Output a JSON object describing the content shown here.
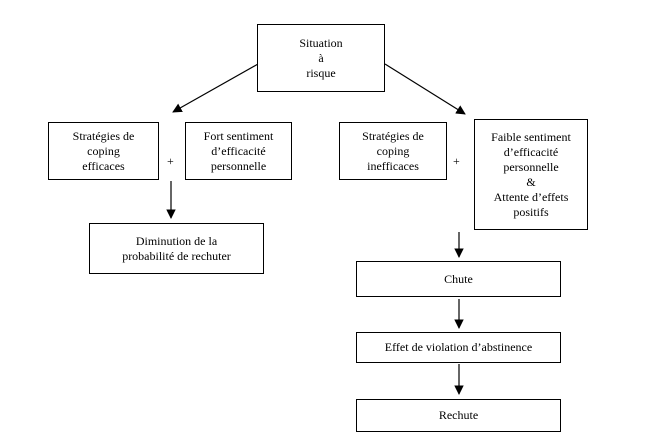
{
  "nodes": {
    "situation": "Situation\nà\nrisque",
    "strategies_eff": "Stratégies de\ncoping\nefficaces",
    "fort_sentiment": "Fort sentiment\nd’efficacité\npersonnelle",
    "strategies_ineff": "Stratégies de\ncoping\ninefficaces",
    "faible_sentiment": "Faible sentiment\nd’efficacité\npersonnelle\n&\nAttente d’effets\npositifs",
    "diminution": "Diminution de la\nprobabilité de rechuter",
    "chute": "Chute",
    "violation": "Effet de violation d’abstinence",
    "rechute": "Rechute"
  },
  "operators": {
    "left_plus": "+",
    "right_plus": "+"
  }
}
